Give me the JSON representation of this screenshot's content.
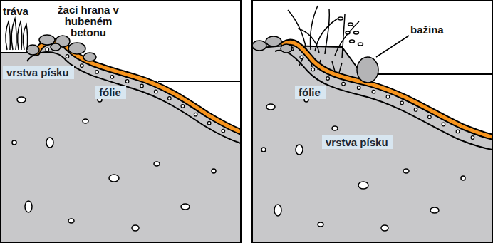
{
  "diagram": {
    "nodes": [
      {
        "text": [
          "vrstva písku"
        ]
      },
      {
        "text": [
          "fólie"
        ]
      },
      {
        "text": [
          "fólie"
        ]
      },
      {
        "text": [
          "vrstva písku"
        ]
      }
    ],
    "labels": [
      "tráva",
      "žací hrana v hubeném betonu",
      "bažina"
    ]
  }
}
